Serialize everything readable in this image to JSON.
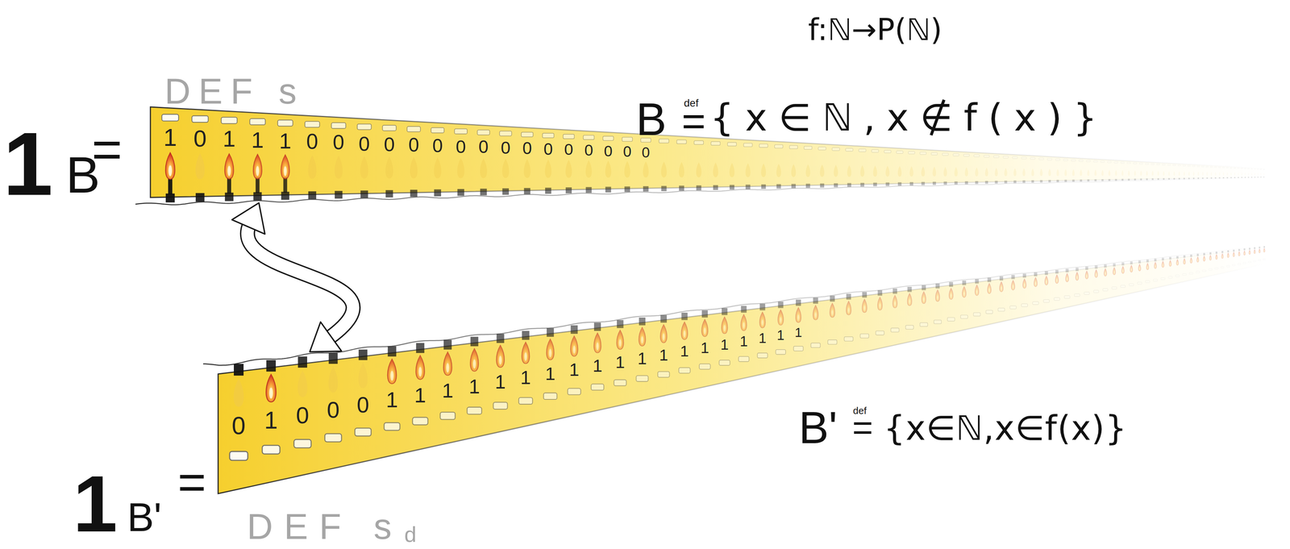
{
  "diagram": {
    "nodes": [
      {
        "text": [
          "1",
          "0",
          "1",
          "1",
          "1",
          "0",
          "0",
          "0",
          "0",
          "0",
          "0",
          "0",
          "0",
          "0",
          "0",
          "0",
          "0",
          "0",
          "0",
          "0",
          "0"
        ]
      },
      {
        "text": [
          "0",
          "1",
          "0",
          "0",
          "0",
          "1",
          "1",
          "1",
          "1",
          "1",
          "1",
          "1",
          "1",
          "1",
          "1",
          "1",
          "1",
          "1",
          "1",
          "1",
          "1",
          "1",
          "1",
          "1"
        ]
      }
    ],
    "edges": [
      {
        "from": 0,
        "to": 1,
        "arrow": "both"
      }
    ],
    "labels": [
      "f:ℕ→P(ℕ)",
      "1",
      "B",
      "=",
      "DEF s",
      "B",
      "def",
      "=",
      "{x∈ℕ,x∉f(x)}",
      "1",
      "B'",
      "=",
      "DEF s",
      "d",
      "B'",
      "def",
      "=",
      "{x∈ℕ,x∈f(x)}"
    ]
  }
}
